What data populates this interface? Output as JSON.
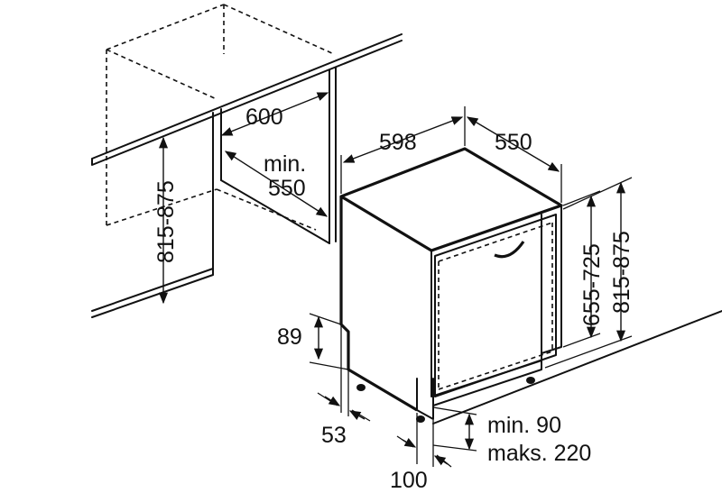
{
  "dimensions": {
    "niche_width": "600",
    "niche_min_depth": "min.",
    "niche_min_depth_value": "550",
    "niche_height_left": "815-875",
    "appliance_width": "598",
    "appliance_depth": "550",
    "door_height": "655-725",
    "niche_height_right": "815-875",
    "base_height": "89",
    "base_recess": "53",
    "plinth_min": "min. 90",
    "plinth_max": "maks. 220",
    "plinth_depth": "100"
  }
}
